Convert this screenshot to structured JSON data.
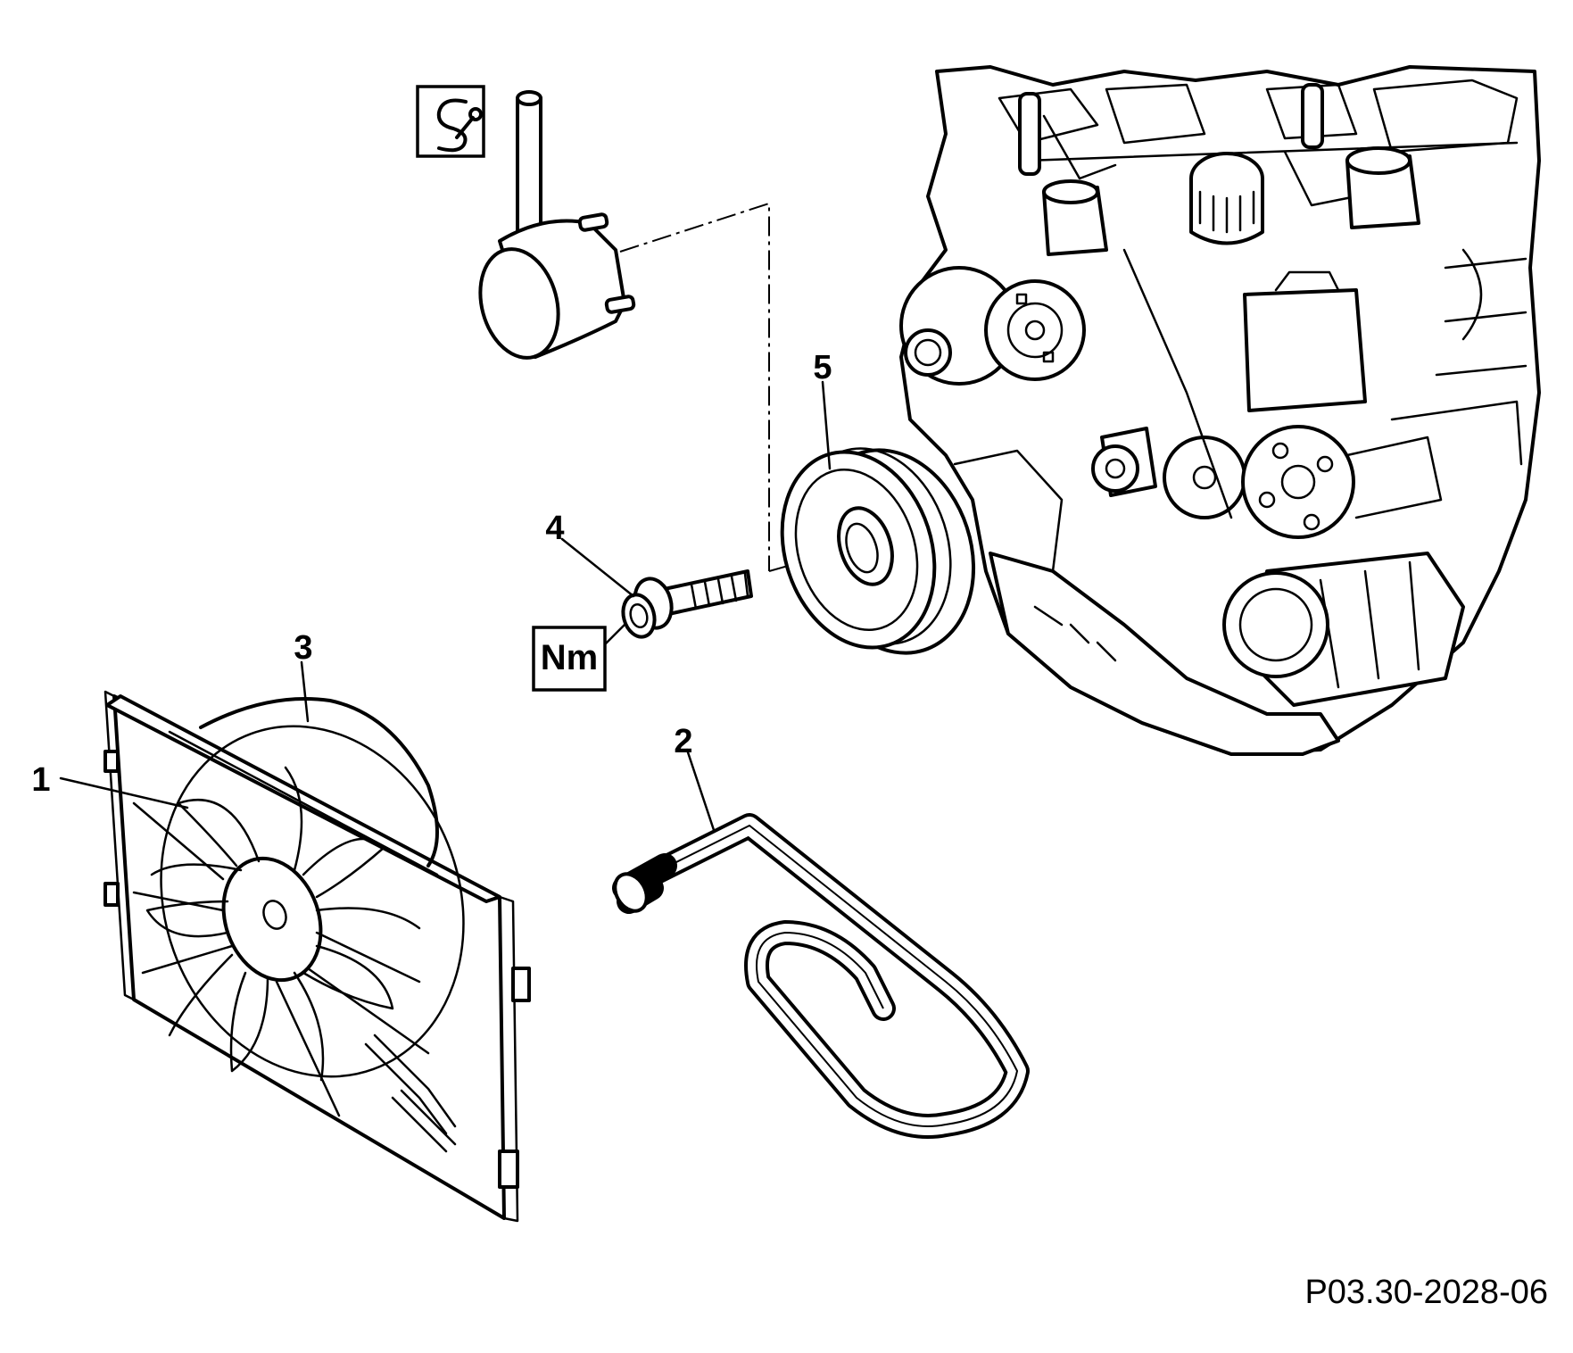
{
  "diagram": {
    "callouts": [
      {
        "id": "1",
        "label": "1"
      },
      {
        "id": "2",
        "label": "2"
      },
      {
        "id": "3",
        "label": "3"
      },
      {
        "id": "4",
        "label": "4"
      },
      {
        "id": "5",
        "label": "5"
      }
    ],
    "symbols": {
      "special_tool_icon": "special-tool-icon",
      "torque_label": "Nm"
    },
    "figure_reference": "P03.30-2028-06"
  }
}
